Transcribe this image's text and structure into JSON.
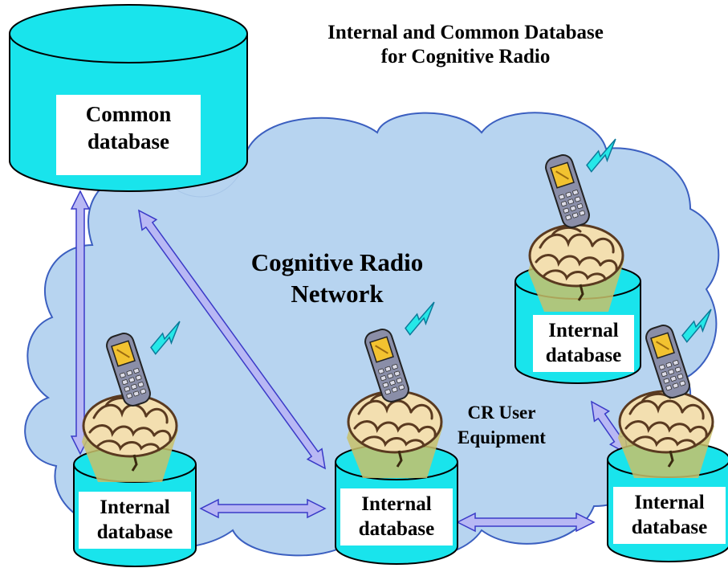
{
  "title": {
    "line1": "Internal and Common Database",
    "line2": "for Cognitive Radio"
  },
  "network_label": {
    "line1": "Cognitive Radio",
    "line2": "Network"
  },
  "common_db": {
    "line1": "Common",
    "line2": "database"
  },
  "internal_db": {
    "line1": "Internal",
    "line2": "database"
  },
  "cr_label": {
    "line1": "CR User",
    "line2": "Equipment"
  },
  "colors": {
    "cloud_fill": "#b7d4f0",
    "cloud_stroke": "#3b5fc0",
    "cylinder_fill": "#19e4ec",
    "arrow_fill": "#b8b8f4",
    "arrow_stroke": "#3a3ac8",
    "phone_body": "#8a8ea8",
    "phone_screen": "#f2c230",
    "signal": "#25e8e8",
    "brain": "#f3dfb0",
    "brain_stroke": "#5a3a20",
    "brain_shadow": "#c9c16a"
  },
  "icons": [
    "database-cylinder-icon",
    "mobile-phone-icon",
    "signal-bolt-icon",
    "brain-icon",
    "double-arrow-icon",
    "cloud-icon"
  ]
}
